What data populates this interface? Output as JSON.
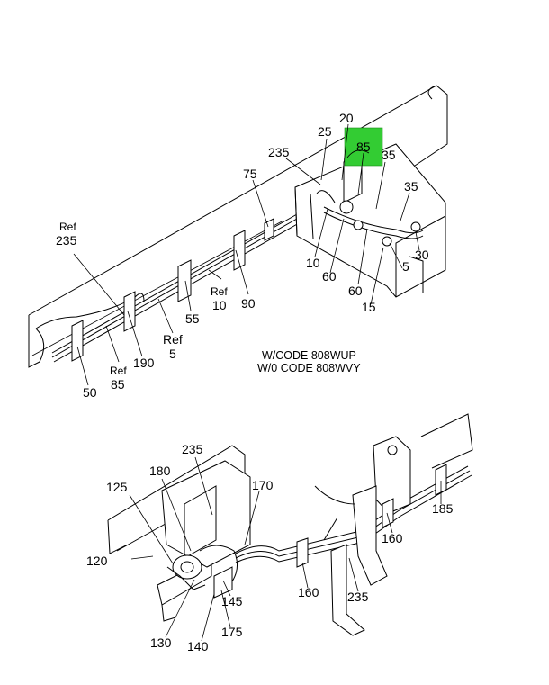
{
  "highlight": {
    "label": "85",
    "color": "#33cc33"
  },
  "upper_view": {
    "callouts": {
      "c20": "20",
      "c25": "25",
      "c235a": "235",
      "c35a": "35",
      "c75": "75",
      "c35b": "35",
      "c10a": "10",
      "c60a": "60",
      "c5a": "5",
      "c30": "30",
      "c60b": "60",
      "c15": "15",
      "ref235_ref": "Ref",
      "ref235_num": "235",
      "ref10_ref": "Ref",
      "ref10_num": "10",
      "c90": "90",
      "c55": "55",
      "ref5_ref": "Ref",
      "ref5_num": "5",
      "c190": "190",
      "ref85_ref": "Ref",
      "ref85_num": "85",
      "c50": "50"
    },
    "notes": {
      "line1": "W/CODE 808WUP",
      "line2": "W/0 CODE 808WVY"
    }
  },
  "lower_view": {
    "callouts": {
      "c235a": "235",
      "c180": "180",
      "c125": "125",
      "c170": "170",
      "c120": "120",
      "c185": "185",
      "c160a": "160",
      "c160b": "160",
      "c235b": "235",
      "c145": "145",
      "c175": "175",
      "c130": "130",
      "c140": "140"
    }
  }
}
